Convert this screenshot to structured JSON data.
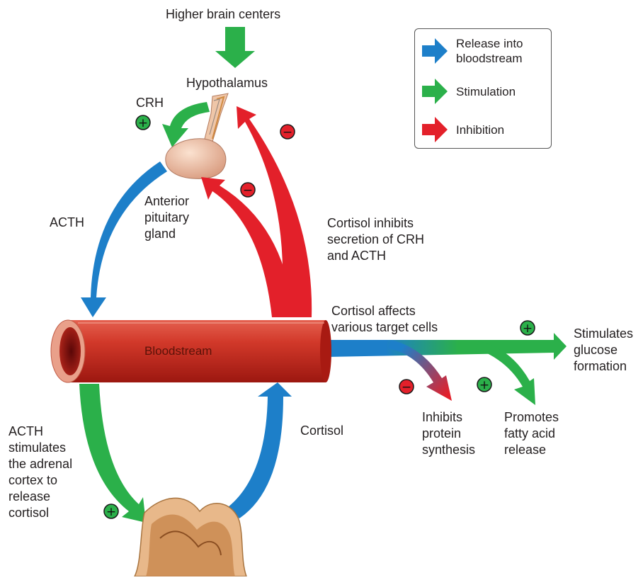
{
  "colors": {
    "release": "#1d7fc9",
    "stimulation": "#2bb04a",
    "inhibition": "#e3202a",
    "vessel": "#c8241c",
    "gland": "#efc3a6"
  },
  "labels": {
    "higher_brain": "Higher brain centers",
    "hypothalamus": "Hypothalamus",
    "crh": "CRH",
    "anterior_pituitary": "Anterior\npituitary\ngland",
    "acth": "ACTH",
    "cortisol_inhibits": "Cortisol inhibits\nsecretion of CRH\nand ACTH",
    "bloodstream": "Bloodstream",
    "cortisol_affects": "Cortisol affects\nvarious target cells",
    "stimulates_glucose": "Stimulates\nglucose\nformation",
    "inhibits_protein": "Inhibits\nprotein\nsynthesis",
    "promotes_fatty": "Promotes\nfatty acid\nrelease",
    "acth_stimulates": "ACTH\nstimulates\nthe adrenal\ncortex to\nrelease\ncortisol",
    "cortisol": "Cortisol"
  },
  "legend": [
    {
      "label": "Release into\nbloodstream",
      "color_key": "release"
    },
    {
      "label": "Stimulation",
      "color_key": "stimulation"
    },
    {
      "label": "Inhibition",
      "color_key": "inhibition"
    }
  ],
  "signs": {
    "plus": "+",
    "minus": "−"
  }
}
